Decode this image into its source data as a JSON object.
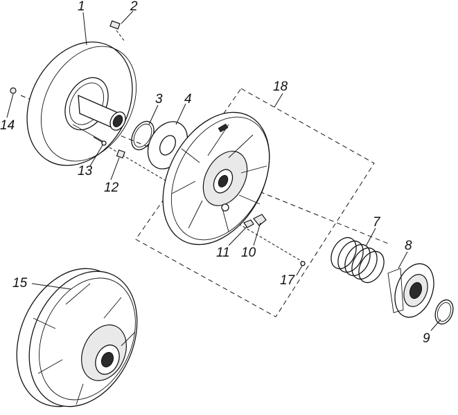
{
  "diagram": {
    "callouts": [
      {
        "id": "c1",
        "label": "1"
      },
      {
        "id": "c2",
        "label": "2"
      },
      {
        "id": "c3",
        "label": "3"
      },
      {
        "id": "c4",
        "label": "4"
      },
      {
        "id": "c7",
        "label": "7"
      },
      {
        "id": "c8",
        "label": "8"
      },
      {
        "id": "c9",
        "label": "9"
      },
      {
        "id": "c10",
        "label": "10"
      },
      {
        "id": "c11",
        "label": "11"
      },
      {
        "id": "c12",
        "label": "12"
      },
      {
        "id": "c13",
        "label": "13"
      },
      {
        "id": "c14",
        "label": "14"
      },
      {
        "id": "c15",
        "label": "15"
      },
      {
        "id": "c17",
        "label": "17"
      },
      {
        "id": "c18",
        "label": "18"
      }
    ]
  }
}
